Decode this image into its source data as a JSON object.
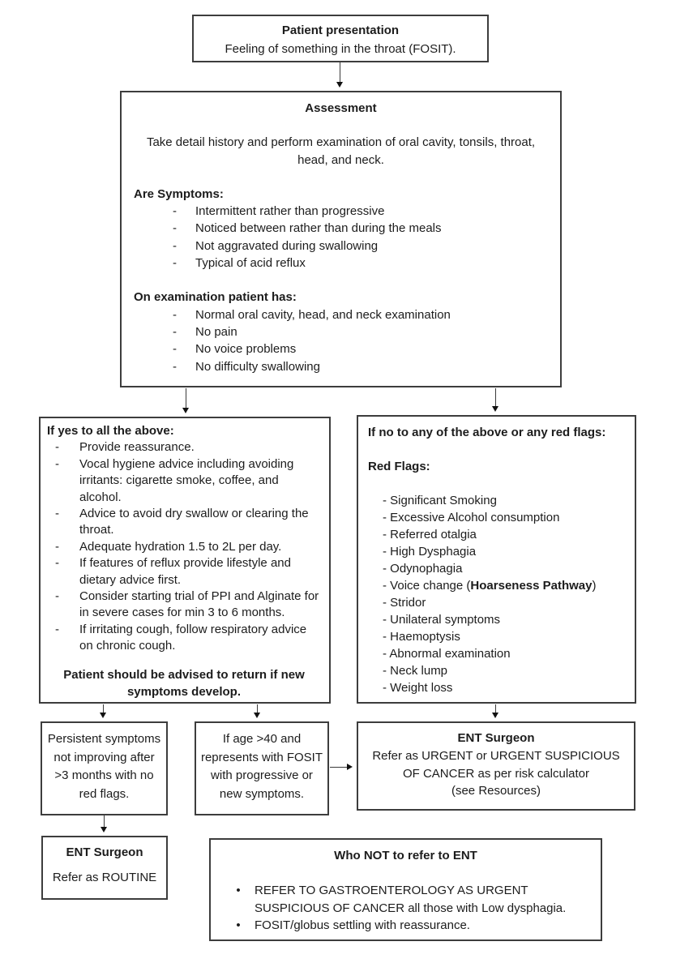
{
  "presentation": {
    "title": "Patient presentation",
    "body": "Feeling of something in the throat (FOSIT)."
  },
  "assessment": {
    "title": "Assessment",
    "intro": "Take detail history and perform examination of oral cavity, tonsils, throat, head, and neck.",
    "symptoms_heading": "Are Symptoms:",
    "symptoms": [
      "Intermittent rather than progressive",
      "Noticed between rather than during the meals",
      "Not aggravated during swallowing",
      "Typical of acid reflux"
    ],
    "examination_heading": "On examination patient has:",
    "examination": [
      "Normal oral cavity, head, and neck examination",
      "No pain",
      "No voice problems",
      "No difficulty swallowing"
    ]
  },
  "yes_branch": {
    "heading": "If yes to all the above:",
    "items": [
      "Provide reassurance.",
      "Vocal hygiene advice including avoiding irritants: cigarette smoke, coffee, and alcohol.",
      "Advice to avoid dry swallow or clearing the throat.",
      "Adequate hydration 1.5 to 2L per day.",
      "If features of reflux provide lifestyle and dietary advice first.",
      "Consider starting trial of PPI and Alginate for in severe cases for min 3 to 6 months.",
      "If irritating cough, follow respiratory advice on chronic cough."
    ],
    "footer": "Patient should be advised to return if new symptoms develop."
  },
  "no_branch": {
    "heading": "If no to any of the above or any red flags:",
    "red_flags_heading": "Red Flags:",
    "red_flags": [
      {
        "text": "Significant Smoking"
      },
      {
        "text": "Excessive Alcohol consumption"
      },
      {
        "text": "Referred otalgia"
      },
      {
        "text": "High Dysphagia"
      },
      {
        "text": "Odynophagia"
      },
      {
        "pre": "Voice change (",
        "bold": "Hoarseness Pathway",
        "post": ")"
      },
      {
        "text": "Stridor"
      },
      {
        "text": "Unilateral symptoms"
      },
      {
        "text": "Haemoptysis"
      },
      {
        "text": "Abnormal examination"
      },
      {
        "text": "Neck lump"
      },
      {
        "text": "Weight loss"
      }
    ]
  },
  "persistent": {
    "text": "Persistent symptoms not improving after >3 months with no red flags."
  },
  "age40": {
    "text": "If age >40 and represents with FOSIT with progressive or new symptoms."
  },
  "ent_urgent": {
    "title": "ENT Surgeon",
    "body": "Refer as URGENT or URGENT SUSPICIOUS OF CANCER as per risk calculator",
    "note": "(see Resources)"
  },
  "ent_routine": {
    "title": "ENT Surgeon",
    "body": "Refer as ROUTINE"
  },
  "who_not": {
    "title": "Who NOT to refer to ENT",
    "bullets": [
      "REFER TO GASTROENTEROLOGY AS URGENT SUSPICIOUS OF CANCER all those with Low dysphagia.",
      "FOSIT/globus settling with reassurance."
    ]
  }
}
